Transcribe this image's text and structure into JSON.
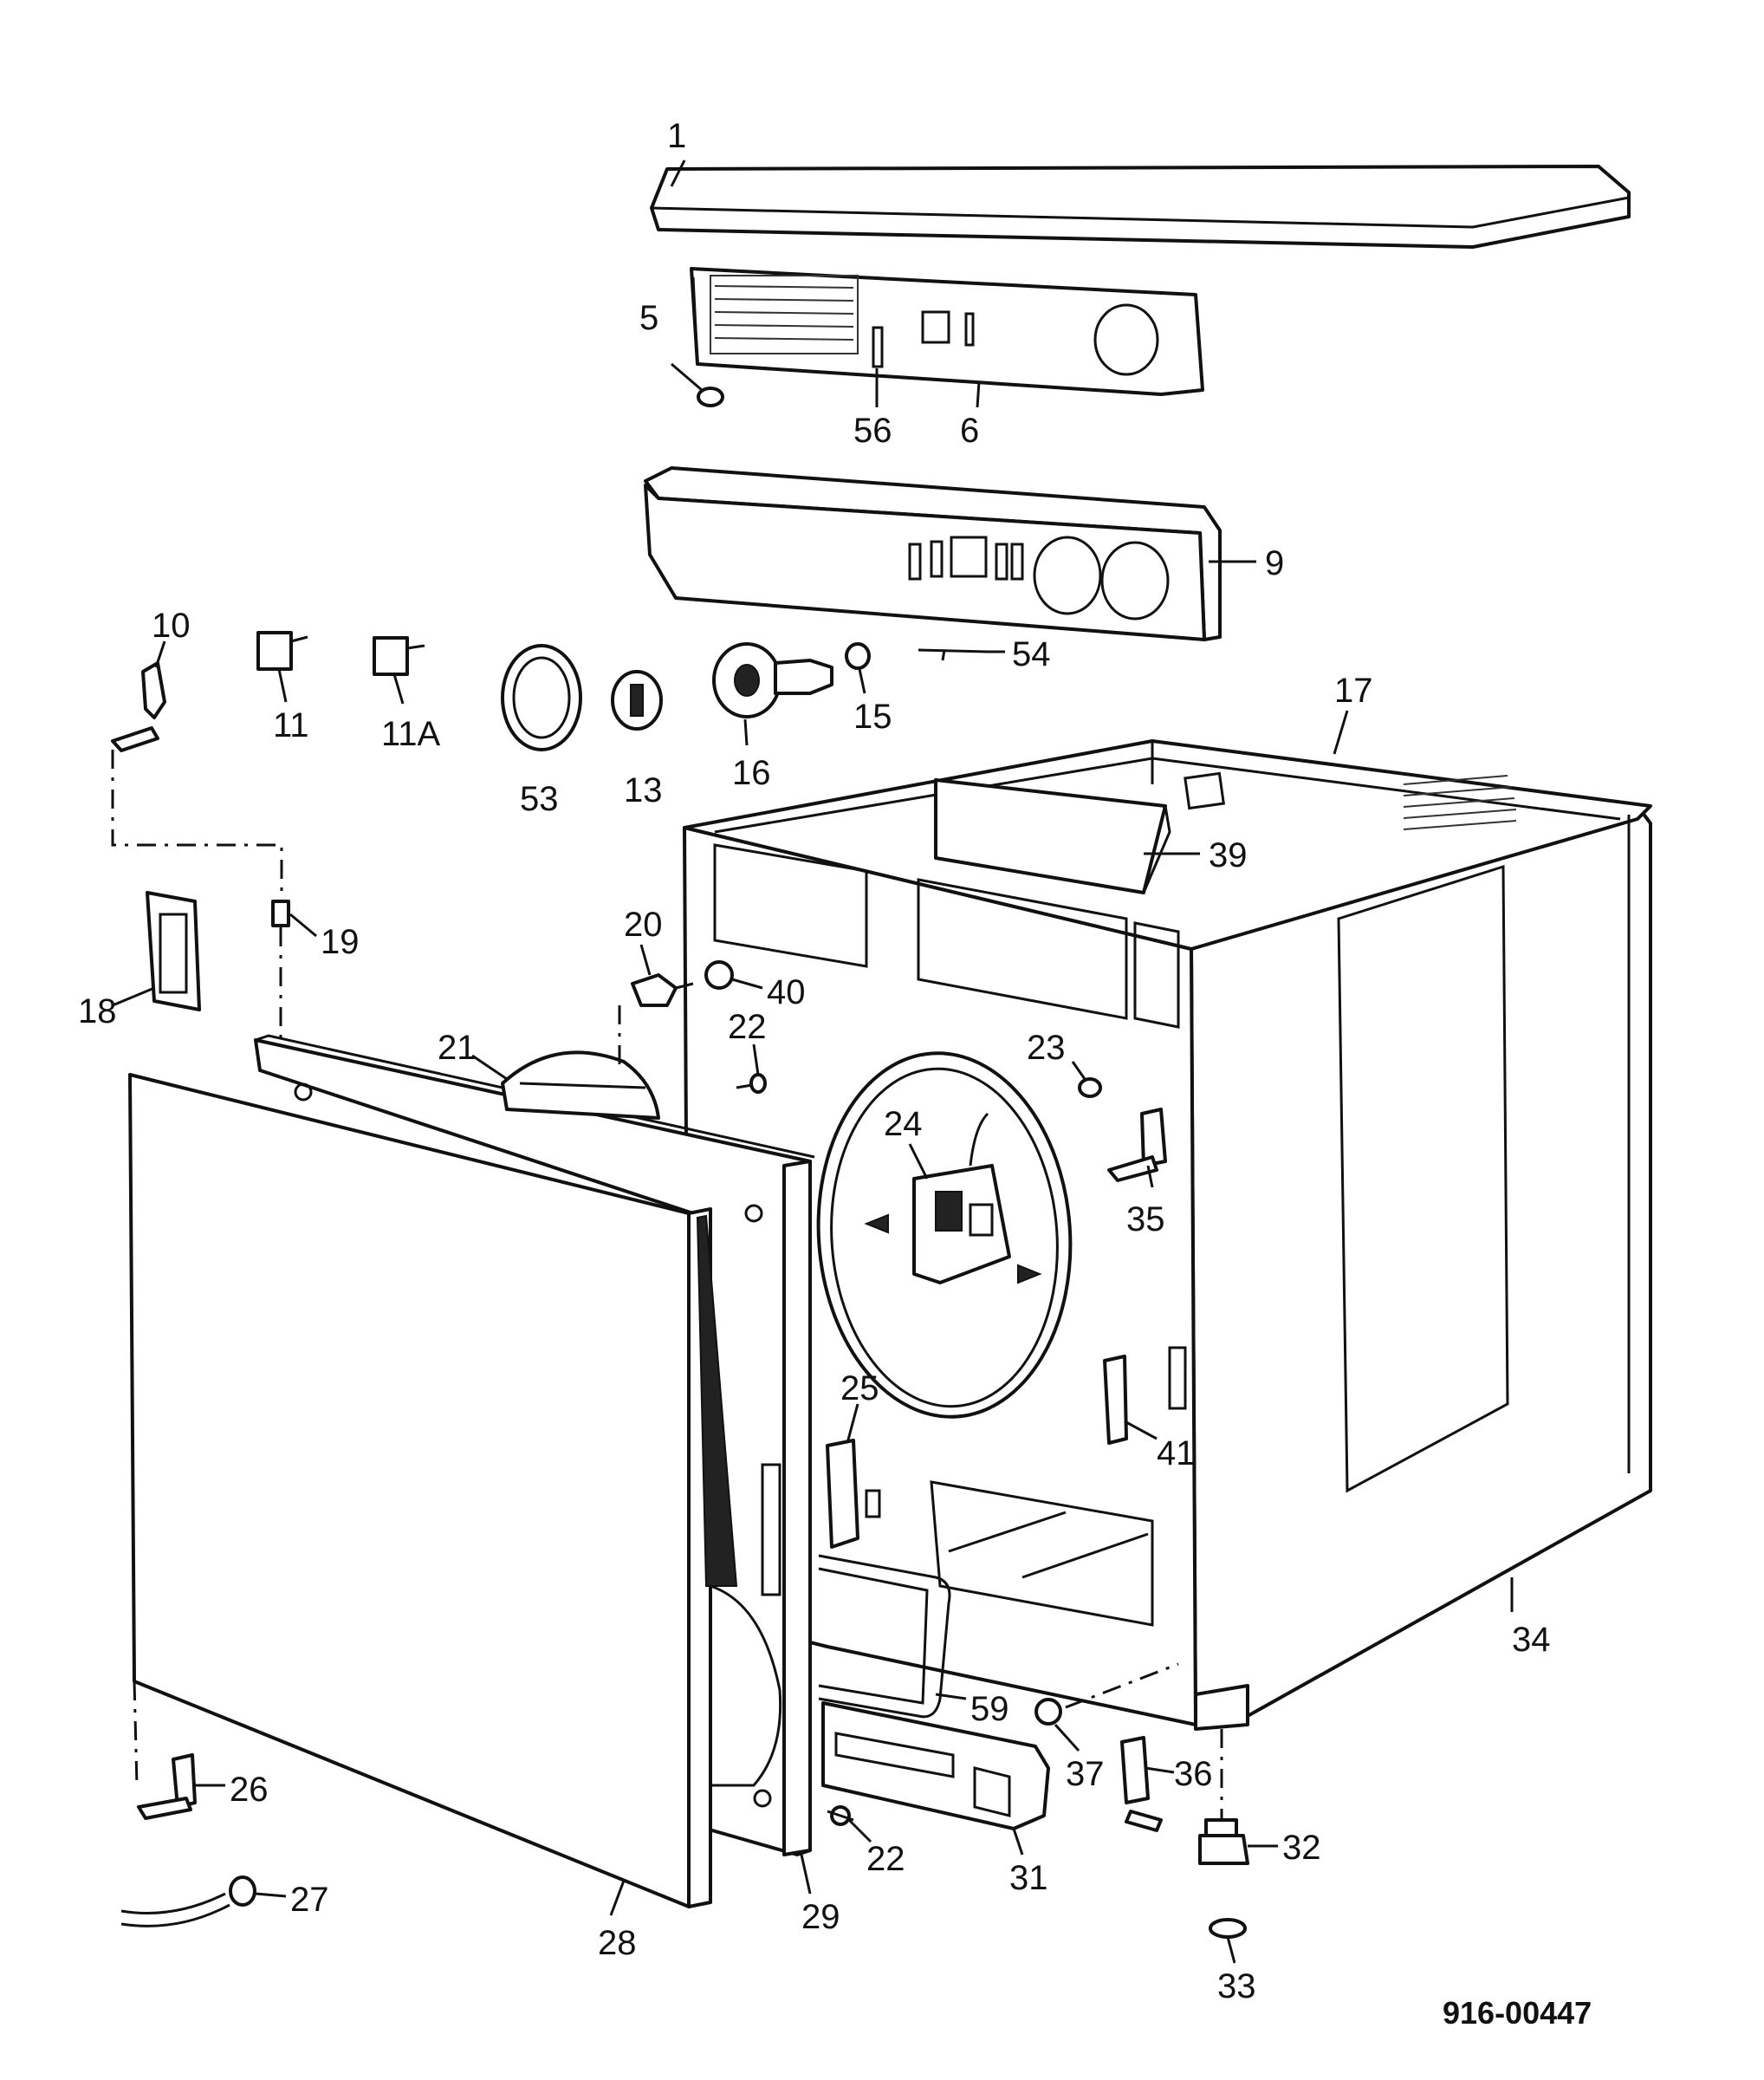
{
  "drawing_code": "916-00447",
  "callouts": [
    {
      "id": "p1",
      "text": "1"
    },
    {
      "id": "p5",
      "text": "5"
    },
    {
      "id": "p56",
      "text": "56"
    },
    {
      "id": "p6",
      "text": "6"
    },
    {
      "id": "p9",
      "text": "9"
    },
    {
      "id": "p10",
      "text": "10"
    },
    {
      "id": "p11",
      "text": "11"
    },
    {
      "id": "p11A",
      "text": "11A"
    },
    {
      "id": "p53",
      "text": "53"
    },
    {
      "id": "p13",
      "text": "13"
    },
    {
      "id": "p16",
      "text": "16"
    },
    {
      "id": "p15",
      "text": "15"
    },
    {
      "id": "p54",
      "text": "54"
    },
    {
      "id": "p17",
      "text": "17"
    },
    {
      "id": "p39",
      "text": "39"
    },
    {
      "id": "p19",
      "text": "19"
    },
    {
      "id": "p18",
      "text": "18"
    },
    {
      "id": "p20",
      "text": "20"
    },
    {
      "id": "p40",
      "text": "40"
    },
    {
      "id": "p21",
      "text": "21"
    },
    {
      "id": "p22a",
      "text": "22"
    },
    {
      "id": "p23",
      "text": "23"
    },
    {
      "id": "p24",
      "text": "24"
    },
    {
      "id": "p35",
      "text": "35"
    },
    {
      "id": "p41",
      "text": "41"
    },
    {
      "id": "p25",
      "text": "25"
    },
    {
      "id": "p34",
      "text": "34"
    },
    {
      "id": "p59",
      "text": "59"
    },
    {
      "id": "p37",
      "text": "37"
    },
    {
      "id": "p36",
      "text": "36"
    },
    {
      "id": "p32",
      "text": "32"
    },
    {
      "id": "p26",
      "text": "26"
    },
    {
      "id": "p27",
      "text": "27"
    },
    {
      "id": "p22b",
      "text": "22"
    },
    {
      "id": "p31",
      "text": "31"
    },
    {
      "id": "p28",
      "text": "28"
    },
    {
      "id": "p29",
      "text": "29"
    },
    {
      "id": "p33",
      "text": "33"
    }
  ]
}
